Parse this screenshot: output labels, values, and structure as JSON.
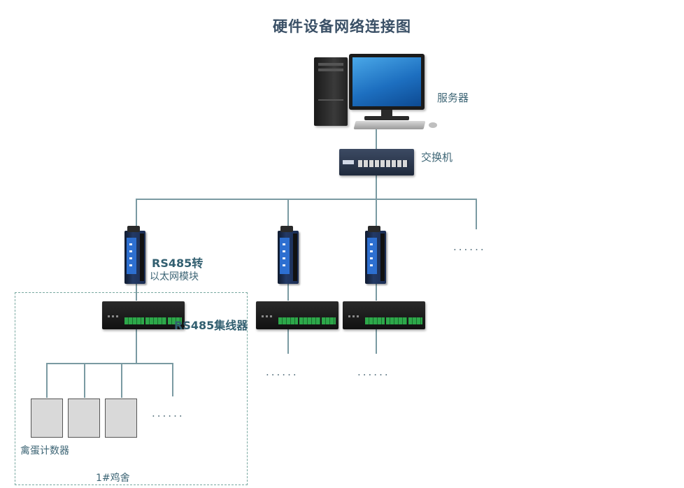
{
  "title": "硬件设备网络连接图",
  "labels": {
    "server": "服务器",
    "switch": "交换机",
    "converter_line1": "RS485转",
    "converter_line2": "以太网模块",
    "hub": "RS485集线器",
    "counter": "禽蛋计数器",
    "house": "1#鸡舍"
  },
  "ellipsis": "......",
  "colors": {
    "title": "#3a5066",
    "lines": "#7a9aa2",
    "dashed_border": "#78a8a0",
    "labels": "#3d6575"
  },
  "icons": [
    "server-tower-icon",
    "monitor-icon",
    "keyboard-icon",
    "mouse-icon",
    "network-switch-icon",
    "rs485-converter-icon",
    "rs485-hub-icon",
    "egg-counter-icon"
  ]
}
